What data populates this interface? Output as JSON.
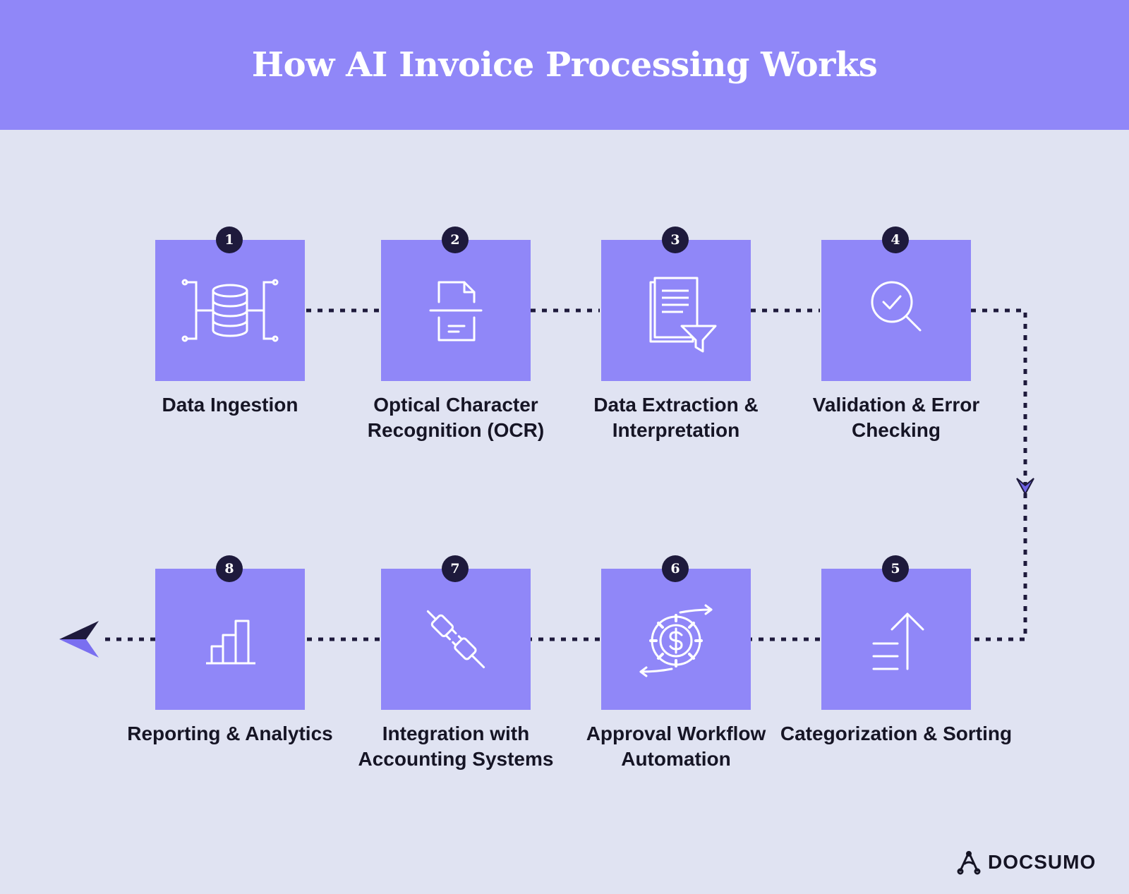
{
  "title": "How AI Invoice Processing Works",
  "colors": {
    "header_bg": "#9087f8",
    "page_bg": "#e0e3f2",
    "box_bg": "#9087f8",
    "badge_bg": "#1e1a3c",
    "connector": "#1e1a3c"
  },
  "steps": [
    {
      "number": "1",
      "label": "Data Ingestion",
      "icon": "database-icon"
    },
    {
      "number": "2",
      "label": "Optical Character Recognition (OCR)",
      "icon": "document-scan-icon"
    },
    {
      "number": "3",
      "label": "Data Extraction & Interpretation",
      "icon": "documents-filter-icon"
    },
    {
      "number": "4",
      "label": "Validation & Error Checking",
      "icon": "magnifier-check-icon"
    },
    {
      "number": "5",
      "label": "Categorization & Sorting",
      "icon": "sort-arrow-icon"
    },
    {
      "number": "6",
      "label": "Approval Workflow Automation",
      "icon": "dollar-gear-cycle-icon"
    },
    {
      "number": "7",
      "label": "Integration with Accounting Systems",
      "icon": "plug-icon"
    },
    {
      "number": "8",
      "label": "Reporting & Analytics",
      "icon": "bar-chart-icon"
    }
  ],
  "brand": {
    "name": "DOCSUMO",
    "icon": "docsumo-logo-icon"
  }
}
